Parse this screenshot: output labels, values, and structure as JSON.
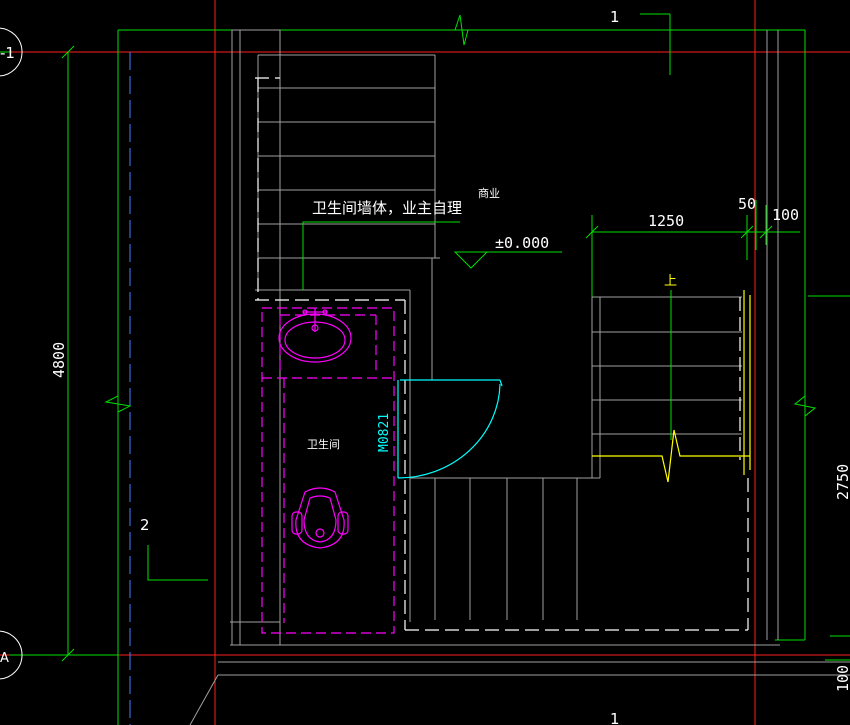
{
  "colors": {
    "background": "#000000",
    "grid_red": "#ff2020",
    "wall_green": "#00e000",
    "white": "#ffffff",
    "gray": "#a0a0a0",
    "magenta": "#ff00ff",
    "cyan": "#00ffff",
    "yellow": "#ffff00",
    "blue_dash": "#4080ff"
  },
  "labels": {
    "axis_top_1": "1",
    "axis_bottom_1": "1",
    "axis_left_top": "-1",
    "axis_left_bottom": "A",
    "axis_2": "2",
    "note_toilet_wall": "卫生间墙体，业主自理",
    "room_shop": "商业",
    "elevation": "±0.000",
    "room_toilet": "卫生间",
    "door_code": "M0821",
    "stair_up": "上"
  },
  "dimensions": {
    "left_height": "4800",
    "stair_width": "1250",
    "gap_50": "50",
    "gap_100_top": "100",
    "right_2750": "2750",
    "bottom_100": "100"
  }
}
